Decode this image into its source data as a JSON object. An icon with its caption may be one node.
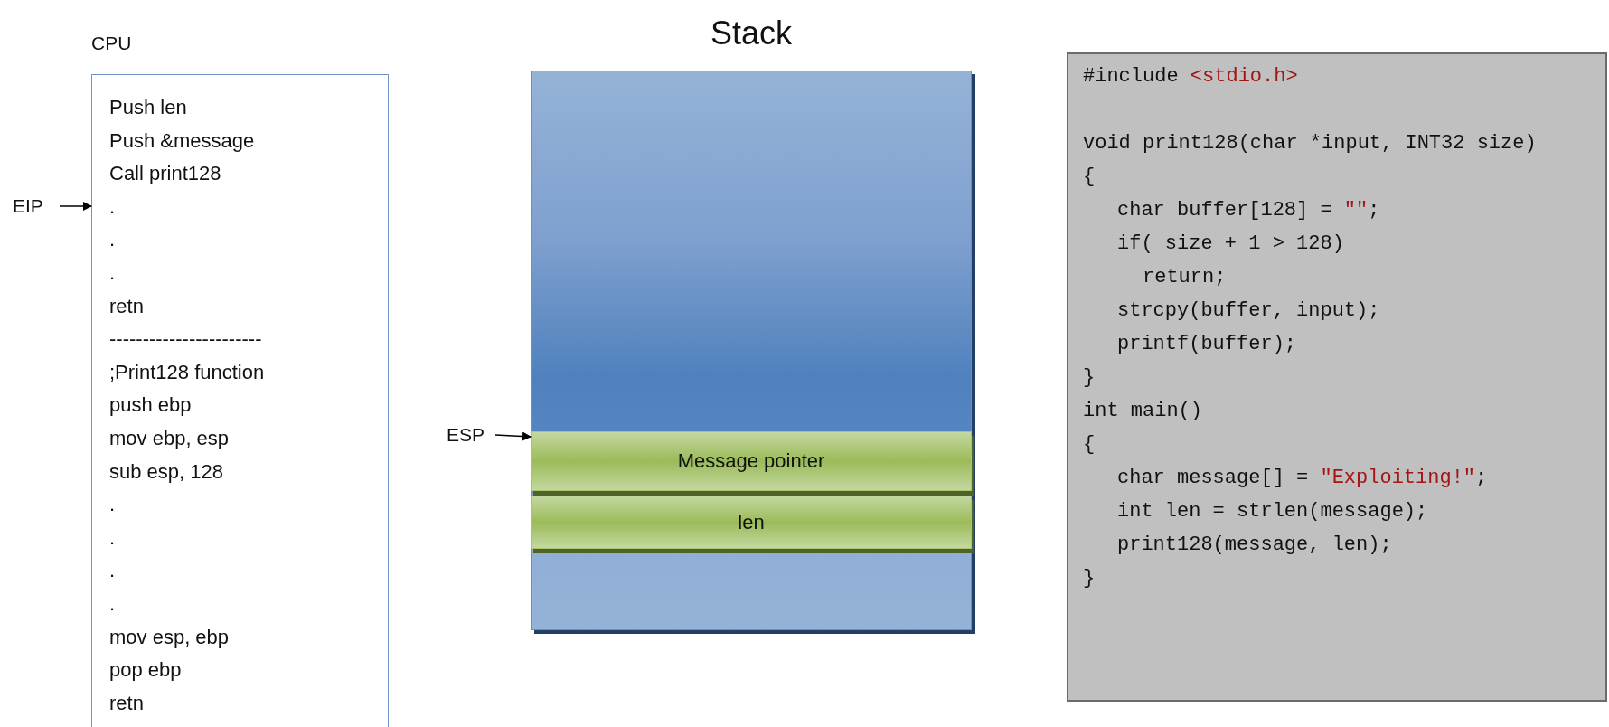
{
  "diagram": {
    "nodes": [
      {
        "text": [
          "CPU",
          "Push len",
          "Push &message",
          "Call print128",
          ".",
          ".",
          ".",
          "retn",
          "-----------------------",
          ";Print128 function",
          "push ebp",
          "mov ebp, esp",
          "sub esp, 128",
          ".",
          ".",
          ".",
          ".",
          "mov esp, ebp",
          "pop ebp",
          "retn"
        ]
      },
      {
        "text": [
          "EIP"
        ]
      },
      {
        "text": [
          "Stack"
        ]
      },
      {
        "text": [
          "Message pointer"
        ],
        "in": 2
      },
      {
        "text": [
          "len"
        ],
        "in": 2
      },
      {
        "text": [
          "ESP"
        ]
      },
      {
        "text": [
          "#include <stdio.h>",
          "void print128(char *input, INT32 size)",
          "{",
          "char buffer[128] = \"\";",
          "if( size + 1 > 128)",
          "return;",
          "strcpy(buffer, input);",
          "printf(buffer);",
          "}",
          "int main()",
          "{",
          "char message[] = \"Exploiting!\";",
          "int len = strlen(message);",
          "print128(message, len);",
          "}"
        ]
      }
    ],
    "edges": [
      {
        "from": 1,
        "to": 0,
        "arrow": "to"
      },
      {
        "from": 5,
        "to": 3,
        "arrow": "to"
      }
    ]
  }
}
